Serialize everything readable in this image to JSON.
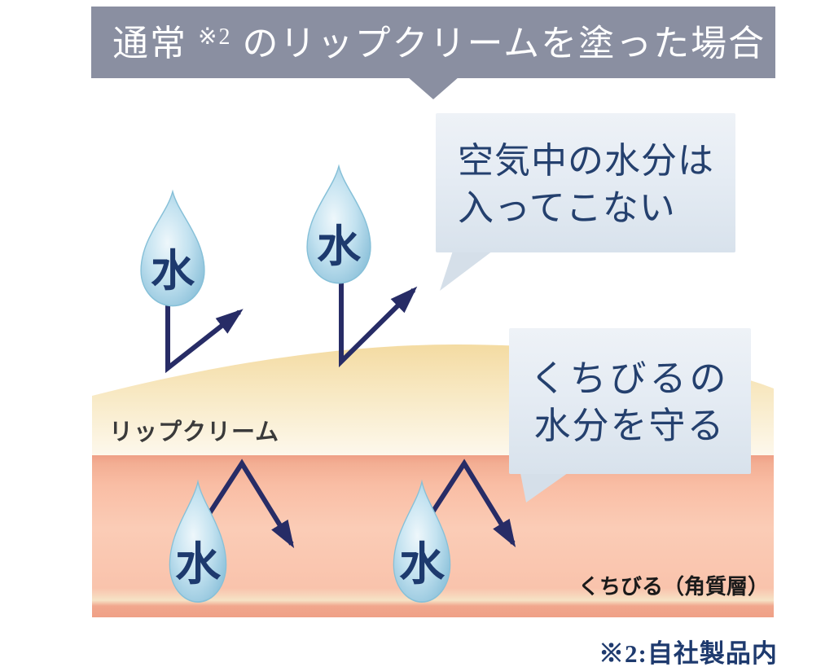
{
  "header": {
    "prefix": "通常",
    "superscript": "※2",
    "suffix": "のリップクリームを塗った場合"
  },
  "bubbles": {
    "air": {
      "line1": "空気中の水分は",
      "line2": "入ってこない"
    },
    "lips": {
      "line1": "くちびるの",
      "line2": "水分を守る"
    }
  },
  "labels": {
    "cream": "リップクリーム",
    "lips": "くちびる（角質層）",
    "footnote": "※2:自社製品内"
  },
  "droplet": {
    "label": "水"
  },
  "colors": {
    "banner_bg": "#8a8fa1",
    "banner_text": "#ffffff",
    "bubble_bg_top": "#eef2f7",
    "bubble_bg_mid": "#e4ebf3",
    "bubble_bg_bottom": "#d8e2ec",
    "bubble_tail": "#d5dfe9",
    "bubble_text": "#24406e",
    "arrow": "#272c66",
    "droplet_center": "#eef7fb",
    "droplet_mid": "#c3e2f0",
    "droplet_edge": "#7db8d4",
    "droplet_rim": "#86c0d8",
    "droplet_kanji": "#1d3a6e",
    "cream_top": "#f4dba2",
    "cream_mid": "#f8e9c4",
    "cream_bottom": "#fdf8ec",
    "lips_edge": "#efa086",
    "lips_body": "#fbccb6",
    "lips_pale_band": "#f6e3c6",
    "label_text": "#3a3a3a",
    "lips_label_text": "#1a1a1a",
    "footnote_text": "#1e3a6e"
  }
}
